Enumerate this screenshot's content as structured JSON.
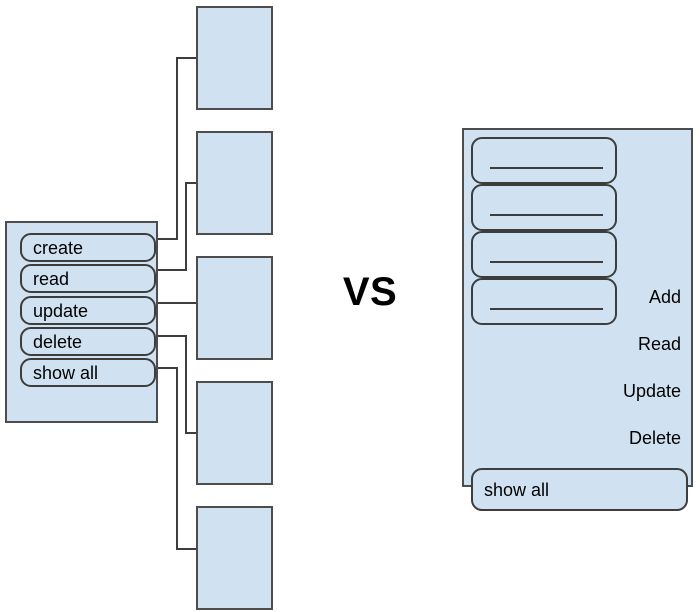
{
  "diagram": {
    "title": "CRUD menu vs single-form comparison",
    "background_color": "#ffffff",
    "shape_fill_color": "#d0e2f2",
    "shape_border_color": "#4d4d4d",
    "comparison_label": "VS"
  },
  "left_side": {
    "name": "menu-list-approach",
    "items": [
      {
        "label": "create"
      },
      {
        "label": "read"
      },
      {
        "label": "update"
      },
      {
        "label": "delete"
      },
      {
        "label": "show all"
      }
    ],
    "screens": [
      {
        "label": ""
      },
      {
        "label": ""
      },
      {
        "label": ""
      },
      {
        "label": ""
      },
      {
        "label": ""
      }
    ]
  },
  "right_side": {
    "name": "single-form-approach",
    "fields": [
      {
        "value": "",
        "caption": "Add"
      },
      {
        "value": "",
        "caption": "Read"
      },
      {
        "value": "",
        "caption": "Update"
      },
      {
        "value": "",
        "caption": "Delete"
      }
    ],
    "show_all": {
      "label": "show all"
    }
  }
}
